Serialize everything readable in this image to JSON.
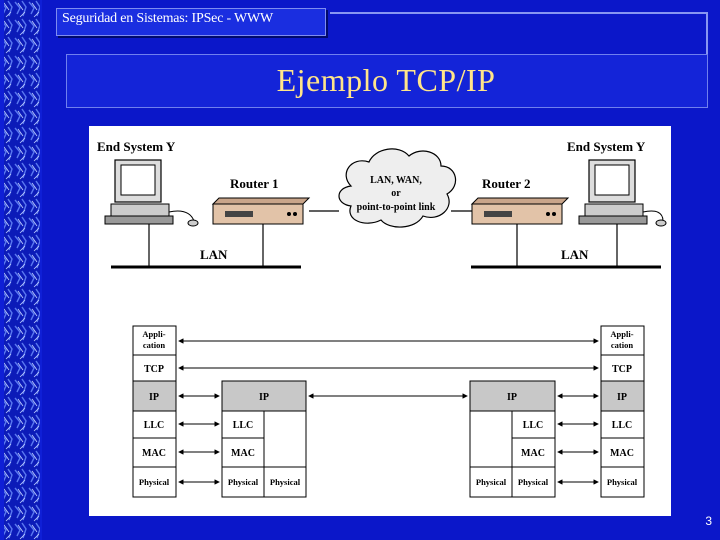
{
  "header": {
    "course_title": "Seguridad en Sistemas: IPSec - WWW"
  },
  "slide": {
    "title": "Ejemplo TCP/IP",
    "page_number": "3"
  },
  "topology": {
    "end_system_left": "End System Y",
    "end_system_right": "End System Y",
    "router1": "Router 1",
    "router2": "Router 2",
    "cloud_line1": "LAN, WAN,",
    "cloud_line2": "or",
    "cloud_line3": "point-to-point link",
    "lan_left": "LAN",
    "lan_right": "LAN"
  },
  "stacks": {
    "end_left": {
      "app1": "Appli-",
      "app2": "cation",
      "tcp": "TCP",
      "ip": "IP",
      "llc": "LLC",
      "mac": "MAC",
      "phy": "Physical"
    },
    "router1": {
      "ip": "IP",
      "llc": "LLC",
      "mac": "MAC",
      "phy1": "Physical",
      "phy2": "Physical"
    },
    "router2": {
      "ip": "IP",
      "llc": "LLC",
      "mac": "MAC",
      "phy1": "Physical",
      "phy2": "Physical"
    },
    "end_right": {
      "app1": "Appli-",
      "app2": "cation",
      "tcp": "TCP",
      "ip": "IP",
      "llc": "LLC",
      "mac": "MAC",
      "phy": "Physical"
    }
  }
}
